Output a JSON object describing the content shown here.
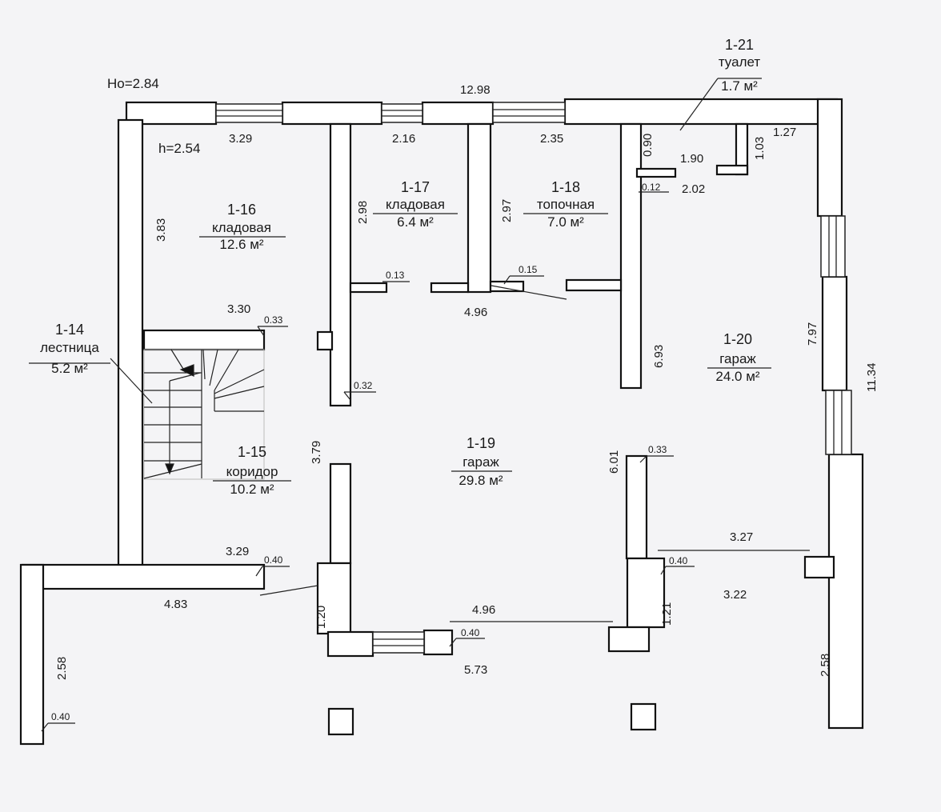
{
  "plan": {
    "ho_label": "Ho=2.84",
    "h_label": "h=2.54"
  },
  "rooms": [
    {
      "code": "1-14",
      "name": "лестница",
      "area": "5.2 м²"
    },
    {
      "code": "1-15",
      "name": "коридор",
      "area": "10.2 м²"
    },
    {
      "code": "1-16",
      "name": "кладовая",
      "area": "12.6 м²"
    },
    {
      "code": "1-17",
      "name": "кладовая",
      "area": "6.4 м²"
    },
    {
      "code": "1-18",
      "name": "топочная",
      "area": "7.0 м²"
    },
    {
      "code": "1-19",
      "name": "гараж",
      "area": "29.8 м²"
    },
    {
      "code": "1-20",
      "name": "гараж",
      "area": "24.0 м²"
    },
    {
      "code": "1-21",
      "name": "туалет",
      "area": "1.7 м²"
    }
  ],
  "dims": {
    "top_total": "12.98",
    "d_3_29_a": "3.29",
    "d_2_16": "2.16",
    "d_2_35": "2.35",
    "d_1_27": "1.27",
    "d_0_90": "0.90",
    "d_1_90": "1.90",
    "d_1_03": "1.03",
    "d_0_12": "0.12",
    "d_2_02": "2.02",
    "d_3_83": "3.83",
    "d_2_98": "2.98",
    "d_2_97": "2.97",
    "d_0_13": "0.13",
    "d_0_15": "0.15",
    "d_4_96_a": "4.96",
    "d_3_30": "3.30",
    "d_0_33_a": "0.33",
    "d_0_32": "0.32",
    "d_6_93": "6.93",
    "d_7_97": "7.97",
    "d_11_34": "11.34",
    "d_3_79": "3.79",
    "d_6_01": "6.01",
    "d_0_33_b": "0.33",
    "d_3_27": "3.27",
    "d_3_29_b": "3.29",
    "d_0_40_a": "0.40",
    "d_0_40_b": "0.40",
    "d_3_22": "3.22",
    "d_4_83": "4.83",
    "d_1_20": "1.20",
    "d_4_96_b": "4.96",
    "d_0_40_c": "0.40",
    "d_1_21": "1.21",
    "d_5_73": "5.73",
    "d_2_58_a": "2.58",
    "d_0_40_d": "0.40",
    "d_2_58_b": "2.58"
  }
}
